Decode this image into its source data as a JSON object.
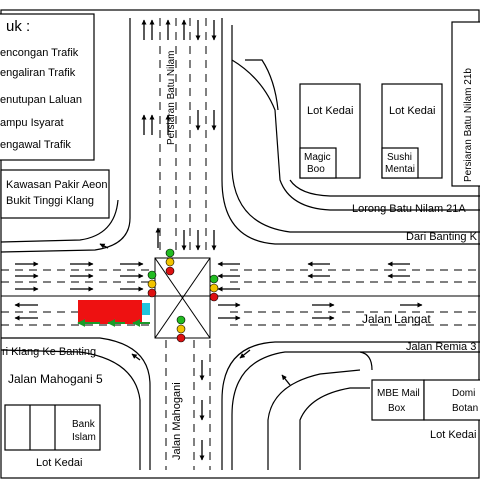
{
  "legend": {
    "title": "uk :",
    "items": [
      "encongan Trafik",
      "engaliran Trafik",
      "enutupan Laluan",
      "ampu Isyarat",
      "engawal Trafik"
    ]
  },
  "labels": {
    "aeon_parking_1": "Kawasan Pakir Aeon",
    "aeon_parking_2": "Bukit Tinggi Klang",
    "lot_kedai_top_1": "Lot Kedai",
    "lot_kedai_top_2": "Lot Kedai",
    "magic_boo": "Magic\nBoo",
    "magic_1": "Magic",
    "magic_2": "Boo",
    "sushi_1": "Sushi",
    "sushi_2": "Mentai",
    "persiaran_21b": "Persiaran Batu Nilam 21b",
    "persiaran_vertical": "Persiaran Batu Nilam",
    "lorong": "Lorong Batu Nilam 21A",
    "dari_banting": "Dari Banting K",
    "jalan_langat": "Jalan Langat",
    "ri_klang": "ri Klang Ke Banting",
    "jalan_mahogani_5": "Jalan Mahogani 5",
    "jalan_mahogani": "Jalan Mahogani",
    "jalan_remia": "Jalan Remia 3",
    "mbe_1": "MBE Mail",
    "mbe_2": "Box",
    "domi_1": "Domi",
    "domi_2": "Botan",
    "bank_1": "Bank",
    "bank_2": "Islam",
    "lot_kedai_bottom_left": "Lot Kedai",
    "lot_kedai_bottom_right": "Lot Kedai"
  },
  "colors": {
    "closure": "#ee1111",
    "flow_arrow": "#1a9a2a",
    "barrier": "#22c4dd",
    "signal_red": "#dd1111",
    "signal_amber": "#f2c400",
    "signal_green": "#22bb22"
  }
}
